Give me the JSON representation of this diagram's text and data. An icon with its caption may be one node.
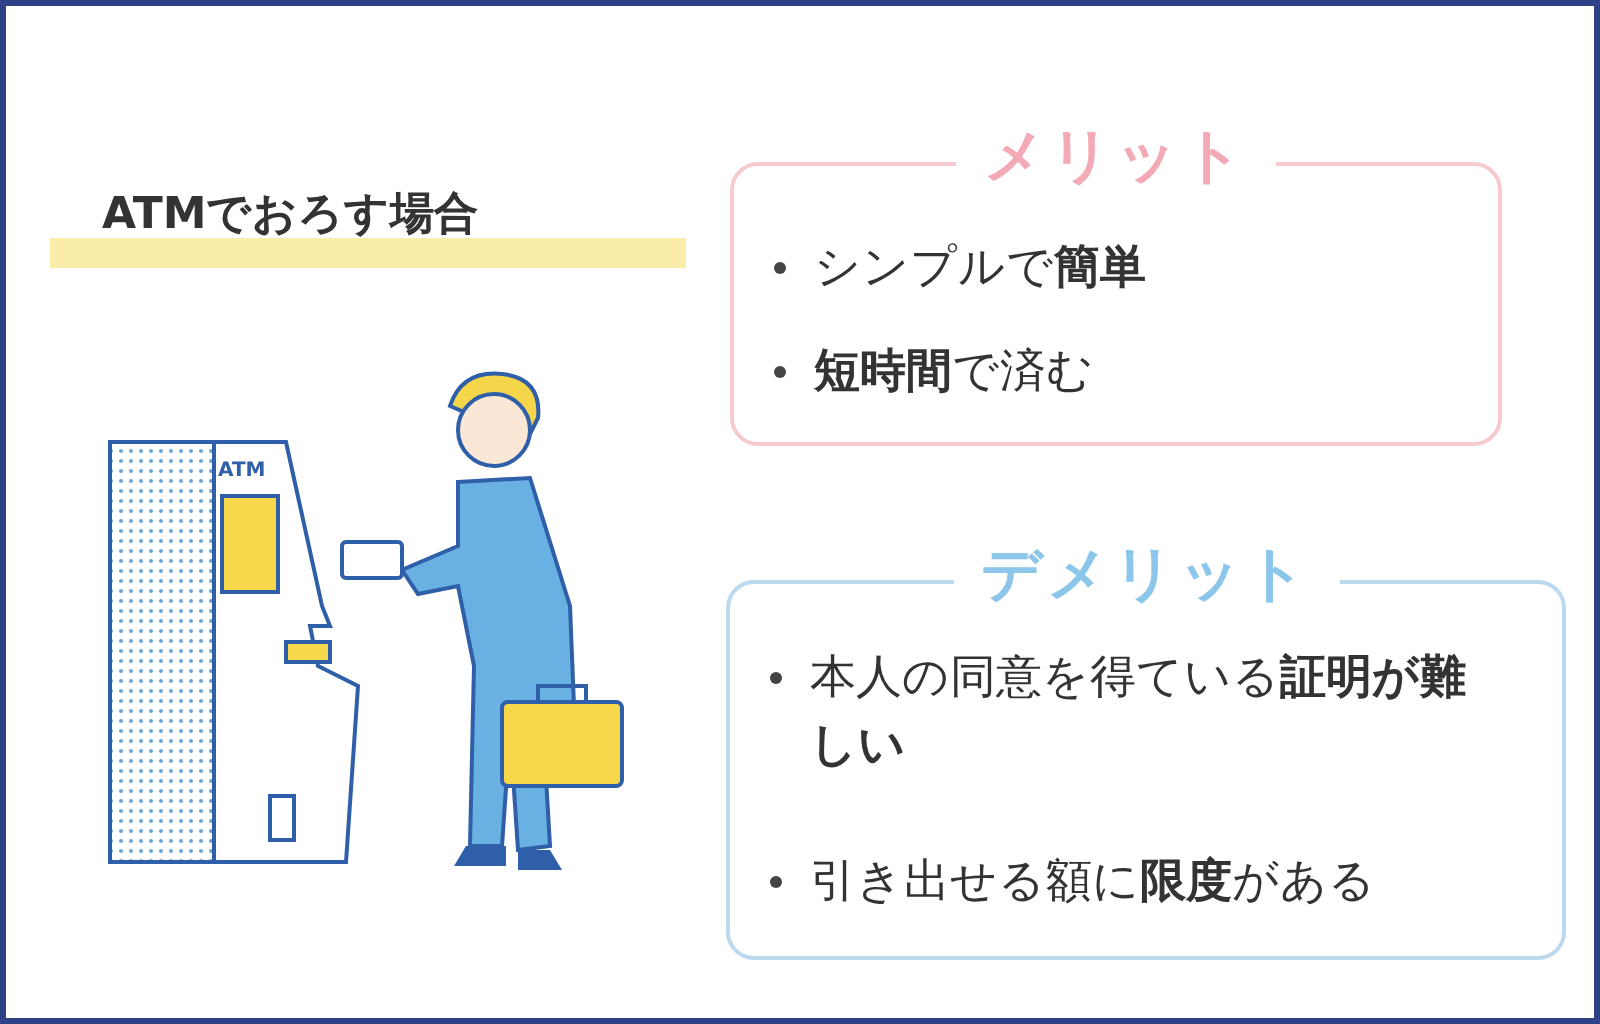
{
  "diagram": {
    "title": "ATMでおろす場合",
    "nodes": [
      {
        "text": [
          "メリット",
          "シンプルで**簡単**",
          "**短時間**で済む"
        ]
      },
      {
        "text": [
          "デメリット",
          "本人の同意を得ている**証明が難しい**",
          "引き出せる額に**限度**がある"
        ]
      }
    ],
    "edges": [],
    "labels": [
      "ATM"
    ]
  }
}
